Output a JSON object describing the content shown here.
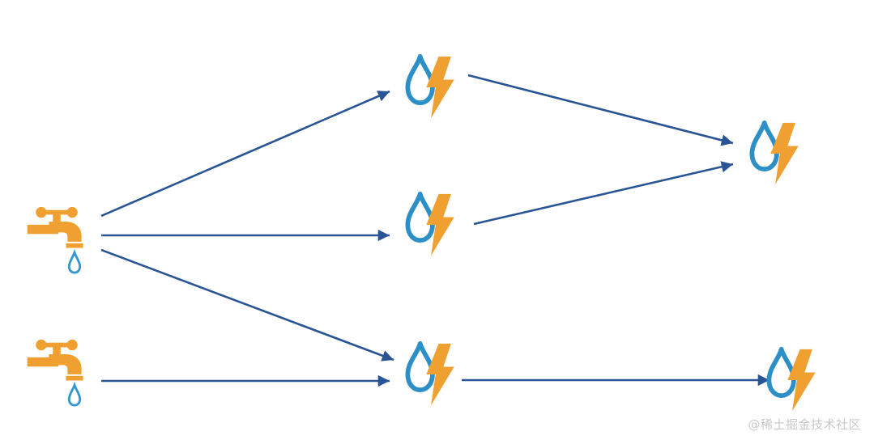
{
  "diagram": {
    "nodes": [
      {
        "id": "tap-1",
        "kind": "tap-icon"
      },
      {
        "id": "tap-2",
        "kind": "tap-icon"
      },
      {
        "id": "hub-top",
        "kind": "water-energy-icon"
      },
      {
        "id": "hub-middle",
        "kind": "water-energy-icon"
      },
      {
        "id": "hub-bottom",
        "kind": "water-energy-icon"
      },
      {
        "id": "sink-top",
        "kind": "water-energy-icon"
      },
      {
        "id": "sink-bottom",
        "kind": "water-energy-icon"
      }
    ],
    "edges": [
      {
        "from": "tap-1",
        "to": "hub-top"
      },
      {
        "from": "tap-1",
        "to": "hub-middle"
      },
      {
        "from": "tap-1",
        "to": "hub-bottom"
      },
      {
        "from": "tap-2",
        "to": "hub-bottom"
      },
      {
        "from": "hub-top",
        "to": "sink-top"
      },
      {
        "from": "hub-middle",
        "to": "sink-top"
      },
      {
        "from": "hub-bottom",
        "to": "sink-bottom"
      }
    ],
    "colors": {
      "arrow": "#2a5595",
      "water": "#2d8fc8",
      "energy": "#f0a030",
      "tap": "#f0a030",
      "drop": "#3398d0"
    }
  },
  "watermark": {
    "text": "@稀土掘金技术社区"
  }
}
